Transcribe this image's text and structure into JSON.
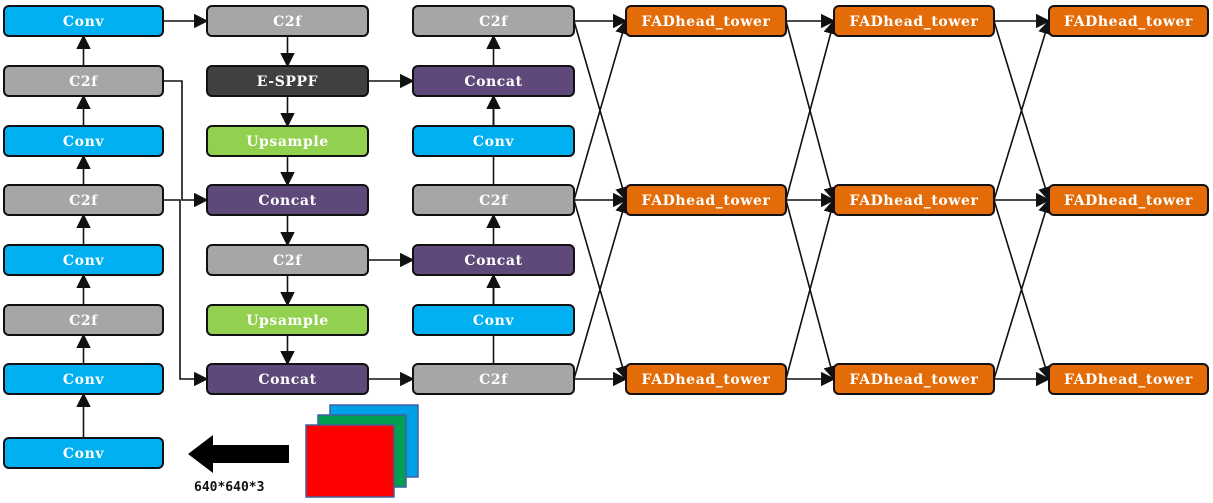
{
  "nodes": {
    "b1": {
      "label": "Conv",
      "kind": "conv"
    },
    "b2": {
      "label": "Conv",
      "kind": "conv"
    },
    "b3": {
      "label": "C2f",
      "kind": "c2f"
    },
    "b4": {
      "label": "Conv",
      "kind": "conv"
    },
    "b5": {
      "label": "C2f",
      "kind": "c2f"
    },
    "b6": {
      "label": "Conv",
      "kind": "conv"
    },
    "b7": {
      "label": "C2f",
      "kind": "c2f"
    },
    "b8": {
      "label": "Conv",
      "kind": "conv"
    },
    "n1": {
      "label": "C2f",
      "kind": "c2f"
    },
    "n2": {
      "label": "E-SPPF",
      "kind": "sppf"
    },
    "n3": {
      "label": "Upsample",
      "kind": "upsample"
    },
    "n4": {
      "label": "Concat",
      "kind": "concat"
    },
    "n5": {
      "label": "C2f",
      "kind": "c2f"
    },
    "n6": {
      "label": "Upsample",
      "kind": "upsample"
    },
    "n7": {
      "label": "Concat",
      "kind": "concat"
    },
    "p1": {
      "label": "C2f",
      "kind": "c2f"
    },
    "p2": {
      "label": "Concat",
      "kind": "concat"
    },
    "p3": {
      "label": "Conv",
      "kind": "conv"
    },
    "p4": {
      "label": "C2f",
      "kind": "c2f"
    },
    "p5": {
      "label": "Concat",
      "kind": "concat"
    },
    "p6": {
      "label": "Conv",
      "kind": "conv"
    },
    "p7": {
      "label": "C2f",
      "kind": "c2f"
    },
    "h11": {
      "label": "FADhead_tower",
      "kind": "head"
    },
    "h12": {
      "label": "FADhead_tower",
      "kind": "head"
    },
    "h13": {
      "label": "FADhead_tower",
      "kind": "head"
    },
    "h21": {
      "label": "FADhead_tower",
      "kind": "head"
    },
    "h22": {
      "label": "FADhead_tower",
      "kind": "head"
    },
    "h23": {
      "label": "FADhead_tower",
      "kind": "head"
    },
    "h31": {
      "label": "FADhead_tower",
      "kind": "head"
    },
    "h32": {
      "label": "FADhead_tower",
      "kind": "head"
    },
    "h33": {
      "label": "FADhead_tower",
      "kind": "head"
    }
  },
  "input": {
    "label": "640*640*3",
    "channel_colors": [
      "#ff0000",
      "#00a050",
      "#00a0e8"
    ]
  },
  "colors": {
    "conv": "#00b0f0",
    "c2f": "#a6a6a6",
    "sppf": "#404040",
    "upsample": "#92d050",
    "concat": "#5f497a",
    "head": "#e36c09",
    "arrow": "#111111"
  }
}
